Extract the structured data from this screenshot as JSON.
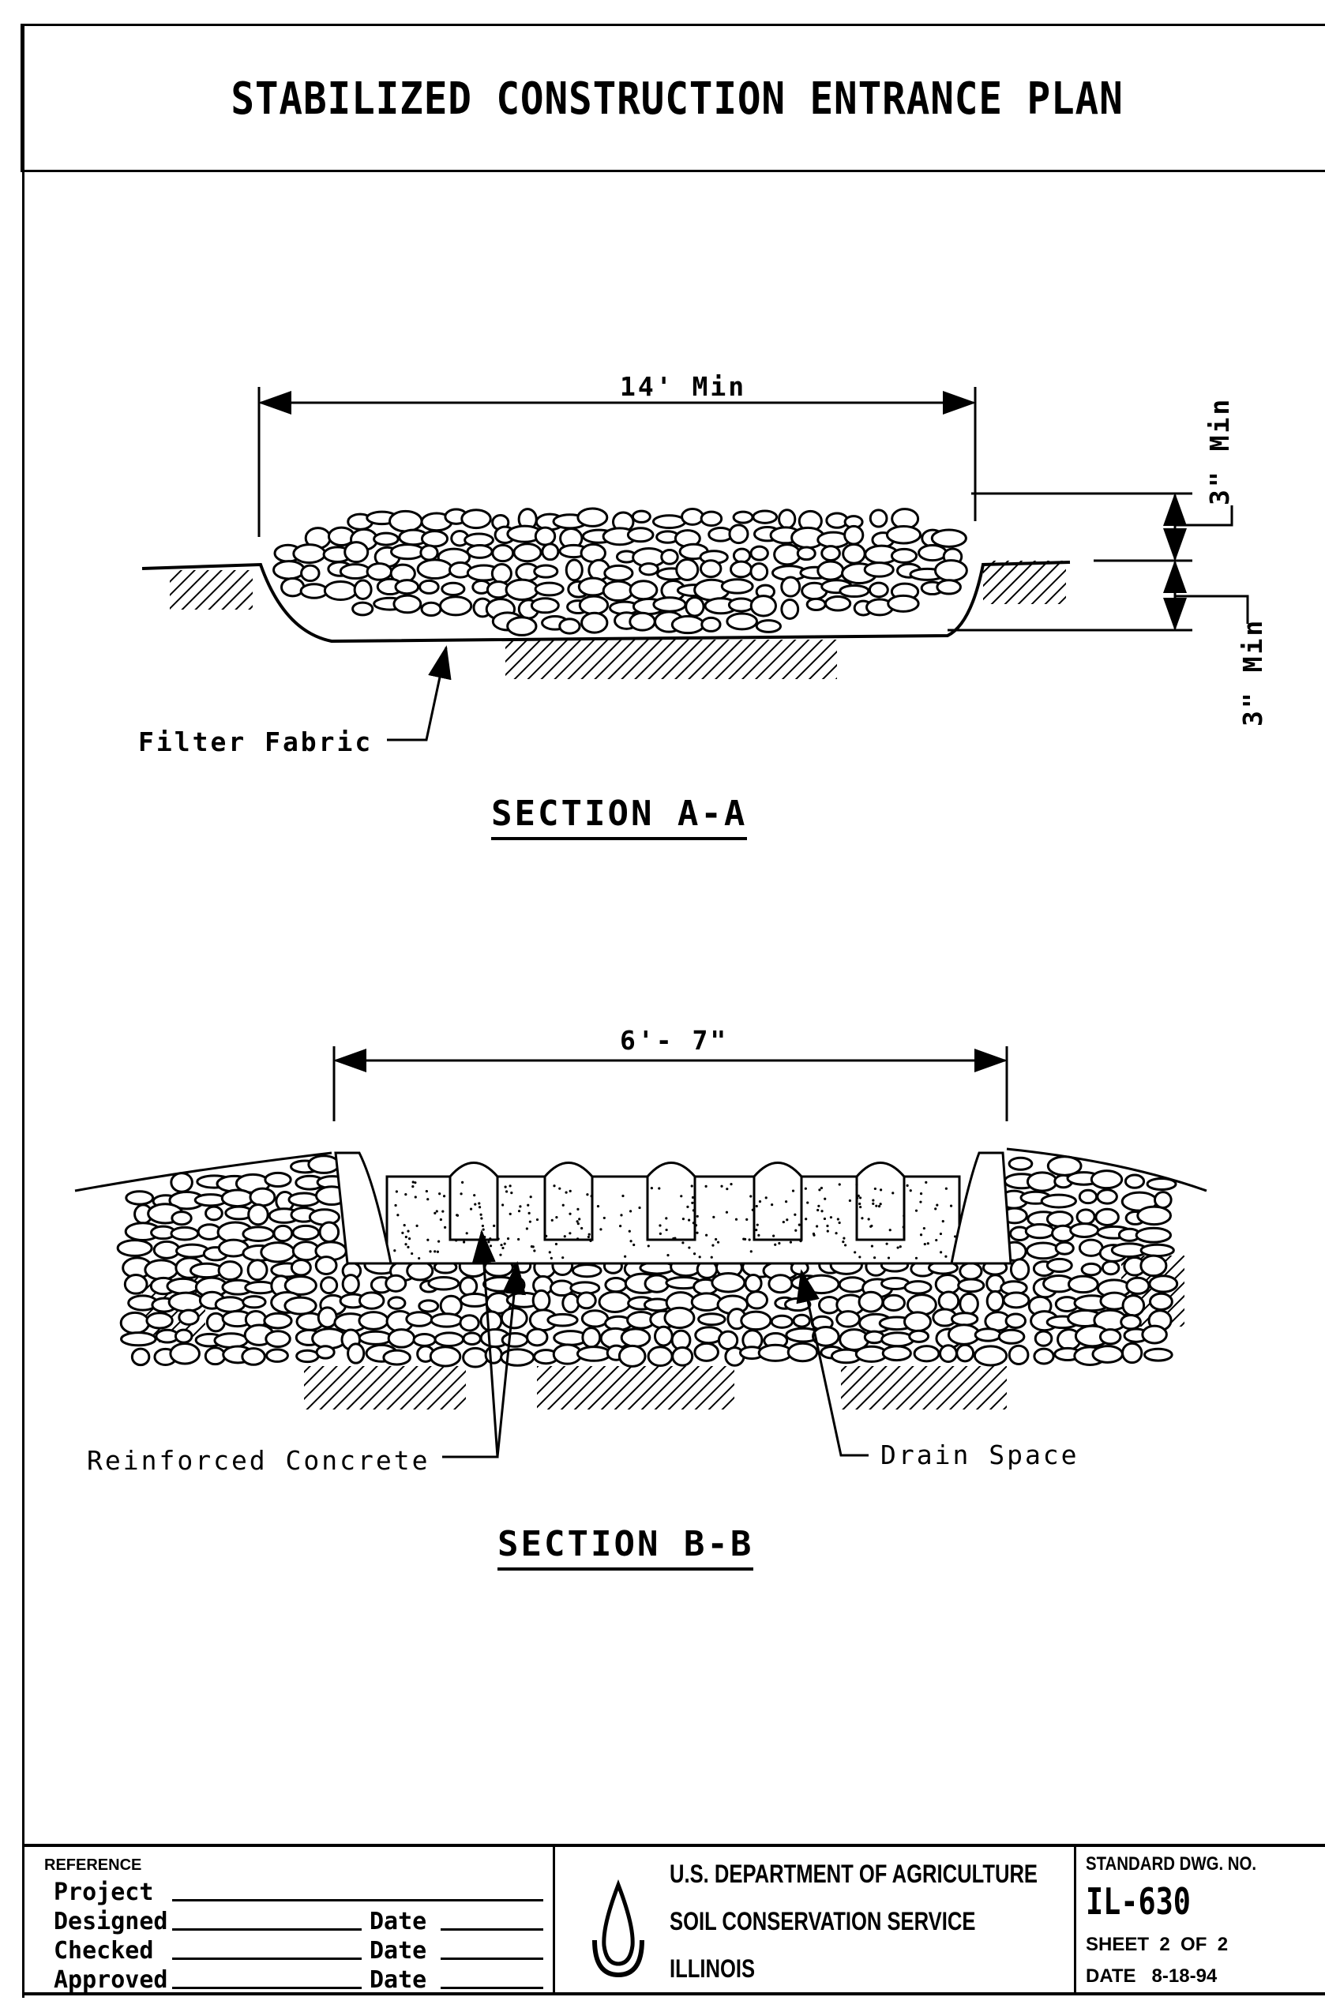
{
  "title": "STABILIZED CONSTRUCTION ENTRANCE PLAN",
  "section_a": {
    "heading": "SECTION A-A",
    "width_dim": "14' Min",
    "depth_dim_top": "3\" Min",
    "depth_dim_bottom": "3\" Min",
    "filter_label": "Filter Fabric"
  },
  "section_b": {
    "heading": "SECTION B-B",
    "width_dim": "6'- 7\"",
    "concrete_label": "Reinforced Concrete",
    "drain_label": "Drain Space"
  },
  "title_block": {
    "reference_heading": "REFERENCE",
    "fields": [
      {
        "label": "Project"
      },
      {
        "label": "Designed",
        "date_label": "Date"
      },
      {
        "label": "Checked",
        "date_label": "Date"
      },
      {
        "label": "Approved",
        "date_label": "Date"
      }
    ],
    "agency": [
      "U.S. DEPARTMENT OF AGRICULTURE",
      "SOIL CONSERVATION SERVICE",
      "ILLINOIS"
    ],
    "std_dwg_label": "STANDARD DWG. NO.",
    "std_dwg_no": "IL-630",
    "sheet": "SHEET  2  OF  2",
    "date": "DATE   8-18-94"
  }
}
